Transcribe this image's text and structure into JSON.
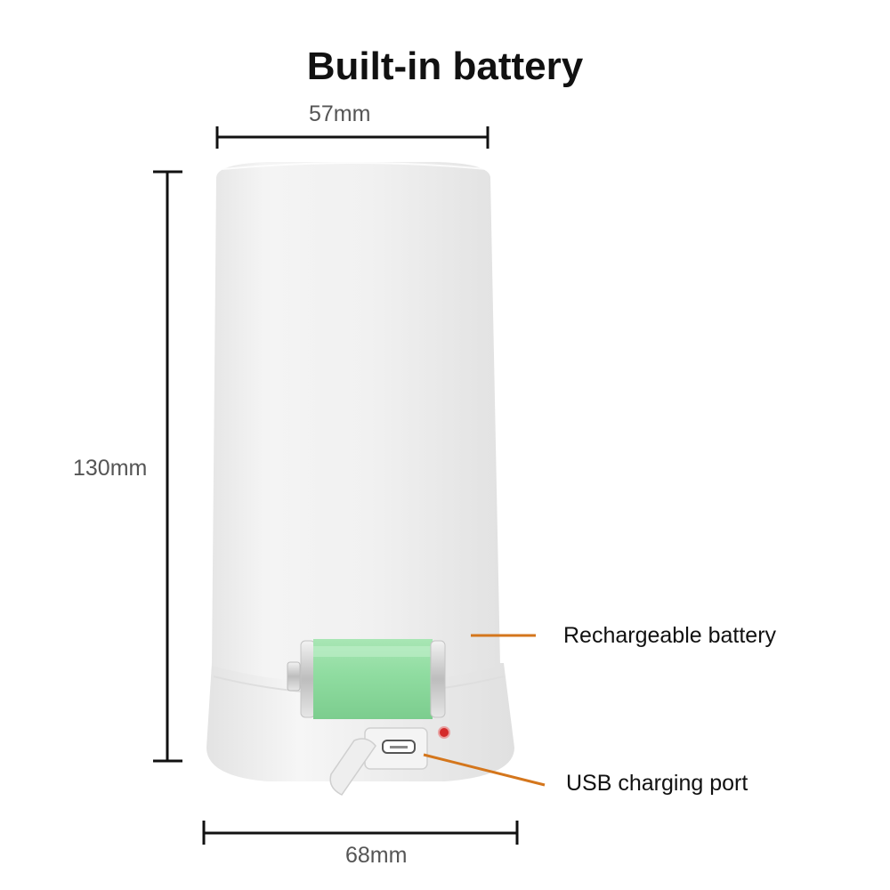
{
  "title": "Built-in battery",
  "dimensions": {
    "top_width": "57mm",
    "height": "130mm",
    "base_width": "68mm"
  },
  "callouts": {
    "battery": "Rechargeable battery",
    "usb": "USB charging port"
  },
  "colors": {
    "leader_line": "#d4761c",
    "battery_fill": "#8fdca0",
    "indicator_led": "#d42a2a"
  }
}
